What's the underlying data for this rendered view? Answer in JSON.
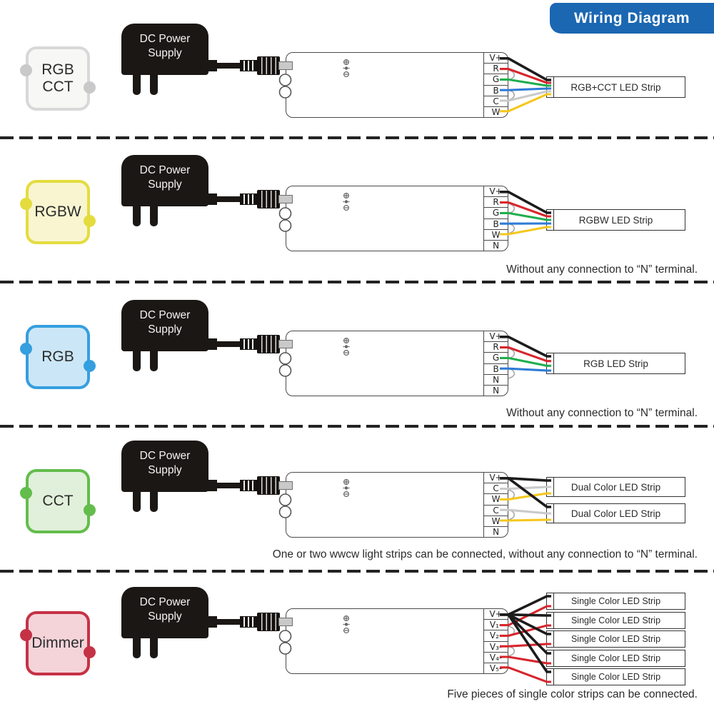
{
  "banner": {
    "label": "Wiring Diagram",
    "bg": "#1b67b2"
  },
  "power_supply": {
    "label": "DC Power\nSupply"
  },
  "rows": [
    {
      "icon": {
        "label": "RGB\nCCT",
        "border": "#d8d8d8",
        "fill": "#f7f7f5",
        "dot": "#c9c9c9"
      },
      "terminals": [
        {
          "label": "V+",
          "wire": "#1c1c1c",
          "targets": [
            0
          ]
        },
        {
          "label": "R",
          "wire": "#d7262c",
          "targets": [
            0
          ]
        },
        {
          "label": "G",
          "wire": "#1fae4d",
          "targets": [
            0
          ]
        },
        {
          "label": "B",
          "wire": "#2f7bd6",
          "targets": [
            0
          ]
        },
        {
          "label": "C",
          "wire": "#c8cacb",
          "targets": [
            0
          ]
        },
        {
          "label": "W",
          "wire": "#f5c71d",
          "targets": [
            0
          ]
        }
      ],
      "strips": [
        {
          "label": "RGB+CCT LED Strip"
        }
      ],
      "note": null
    },
    {
      "icon": {
        "label": "RGBW",
        "border": "#e4dc3e",
        "fill": "#f8f5d0",
        "dot": "#e4dc3e"
      },
      "terminals": [
        {
          "label": "V+",
          "wire": "#1c1c1c",
          "targets": [
            0
          ]
        },
        {
          "label": "R",
          "wire": "#d7262c",
          "targets": [
            0
          ]
        },
        {
          "label": "G",
          "wire": "#1fae4d",
          "targets": [
            0
          ]
        },
        {
          "label": "B",
          "wire": "#2f7bd6",
          "targets": [
            0
          ]
        },
        {
          "label": "W",
          "wire": "#f5c71d",
          "targets": [
            0
          ]
        },
        {
          "label": "N",
          "wire": null,
          "targets": []
        }
      ],
      "strips": [
        {
          "label": "RGBW LED Strip"
        }
      ],
      "note": "Without any connection to “N” terminal."
    },
    {
      "icon": {
        "label": "RGB",
        "border": "#359fdf",
        "fill": "#cbe7f7",
        "dot": "#359fdf"
      },
      "terminals": [
        {
          "label": "V+",
          "wire": "#1c1c1c",
          "targets": [
            0
          ]
        },
        {
          "label": "R",
          "wire": "#d7262c",
          "targets": [
            0
          ]
        },
        {
          "label": "G",
          "wire": "#1fae4d",
          "targets": [
            0
          ]
        },
        {
          "label": "B",
          "wire": "#2f7bd6",
          "targets": [
            0
          ]
        },
        {
          "label": "N",
          "wire": null,
          "targets": []
        },
        {
          "label": "N",
          "wire": null,
          "targets": []
        }
      ],
      "strips": [
        {
          "label": "RGB LED Strip"
        }
      ],
      "note": "Without any connection to “N” terminal."
    },
    {
      "icon": {
        "label": "CCT",
        "border": "#63bd4c",
        "fill": "#e1f0da",
        "dot": "#63bd4c"
      },
      "terminals": [
        {
          "label": "V+",
          "wire": "#1c1c1c",
          "targets": [
            0,
            1
          ]
        },
        {
          "label": "C",
          "wire": "#c8cacb",
          "targets": [
            0
          ]
        },
        {
          "label": "W",
          "wire": "#f5c71d",
          "targets": [
            0
          ]
        },
        {
          "label": "C",
          "wire": "#c8cacb",
          "targets": [
            1
          ]
        },
        {
          "label": "W",
          "wire": "#f5c71d",
          "targets": [
            1
          ]
        },
        {
          "label": "N",
          "wire": null,
          "targets": []
        }
      ],
      "strips": [
        {
          "label": "Dual Color LED Strip"
        },
        {
          "label": "Dual Color LED Strip"
        }
      ],
      "note": "One or two wwcw light strips can be connected, without any connection to “N” terminal."
    },
    {
      "icon": {
        "label": "Dimmer",
        "border": "#c53246",
        "fill": "#f4d4d9",
        "dot": "#c53246"
      },
      "terminals": [
        {
          "label": "V+",
          "wire": "#1c1c1c",
          "targets": [
            0,
            1,
            2,
            3,
            4
          ]
        },
        {
          "label": "V₁-",
          "wire": "#d7262c",
          "targets": [
            0
          ]
        },
        {
          "label": "V₂-",
          "wire": "#d7262c",
          "targets": [
            1
          ]
        },
        {
          "label": "V₃-",
          "wire": "#d7262c",
          "targets": [
            2
          ]
        },
        {
          "label": "V₄-",
          "wire": "#d7262c",
          "targets": [
            3
          ]
        },
        {
          "label": "V₅-",
          "wire": "#d7262c",
          "targets": [
            4
          ]
        }
      ],
      "strips": [
        {
          "label": "Single Color LED Strip"
        },
        {
          "label": "Single Color LED Strip"
        },
        {
          "label": "Single Color LED Strip"
        },
        {
          "label": "Single Color LED Strip"
        },
        {
          "label": "Single Color LED Strip"
        }
      ],
      "note": "Five pieces of single color strips can be connected."
    }
  ]
}
